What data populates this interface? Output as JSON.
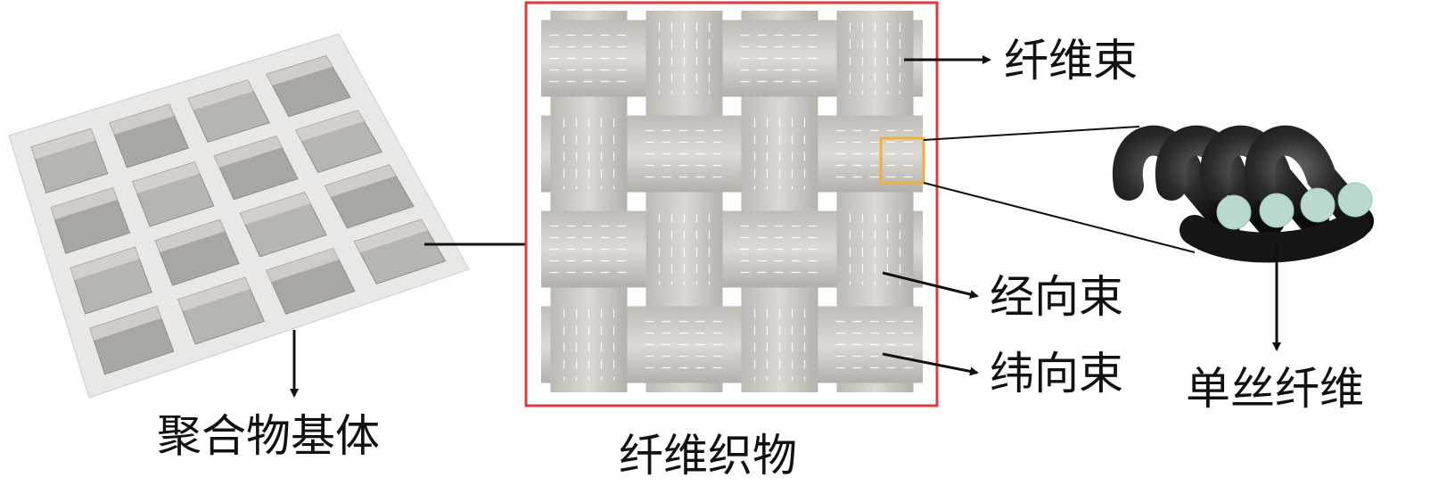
{
  "labels": {
    "matrix": "聚合物基体",
    "fabric": "纤维织物",
    "fiber_bundle": "纤维束",
    "warp": "经向束",
    "weft": "纬向束",
    "filament": "单丝纤维"
  },
  "colors": {
    "frame": "#e03a3a",
    "highlight": "#f0b040",
    "tow": "#d4d1cd",
    "strand": "#2b2b2b",
    "filament_end": "#b8d8d0",
    "arrow": "#111111"
  }
}
